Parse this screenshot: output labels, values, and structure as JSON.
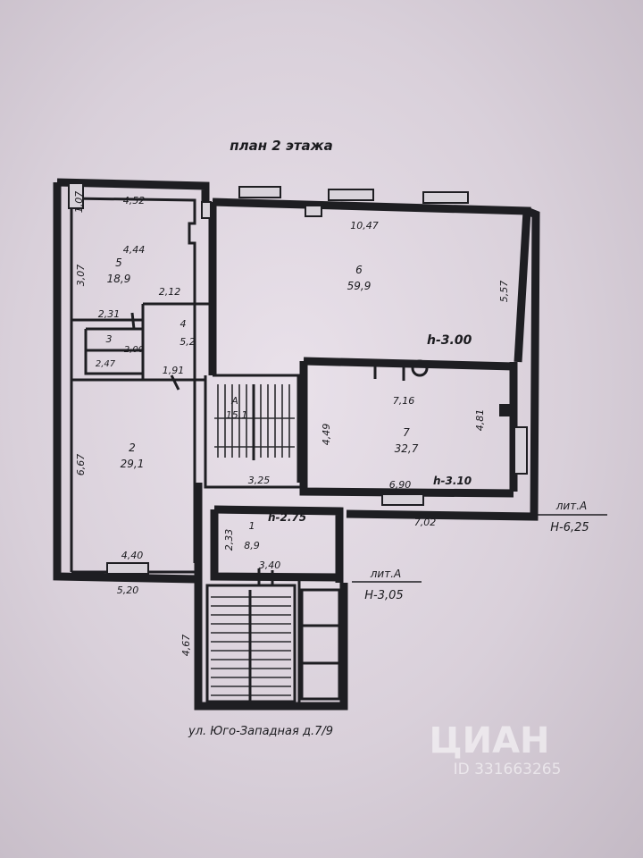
{
  "title": "план 2 этажа",
  "address": "ул. Юго-Западная д.7/9",
  "watermark": {
    "brand": "ЦИАН",
    "id": "ID 331663265"
  },
  "rooms": {
    "r1": {
      "num": "1",
      "area": "8,9"
    },
    "r2": {
      "num": "2",
      "area": "29,1"
    },
    "r3": {
      "num": "3",
      "area": ""
    },
    "r4": {
      "num": "4",
      "area": "5,2"
    },
    "r5": {
      "num": "5",
      "area": "18,9"
    },
    "r6": {
      "num": "6",
      "area": "59,9"
    },
    "r7": {
      "num": "7",
      "area": "32,7"
    },
    "rA": {
      "num": "А",
      "area": "15,1"
    }
  },
  "dimensions": {
    "d452": "4,52",
    "d444": "4,44",
    "d107": "1,07",
    "d307": "3,07",
    "d212": "2,12",
    "d231": "2,31",
    "d247": "2,47",
    "d191": "1,91",
    "d667": "6,67",
    "d440": "4,40",
    "d520": "5,20",
    "d1047": "10,47",
    "d557": "5,57",
    "d716": "7,16",
    "d449": "4,49",
    "d481": "4,81",
    "d690": "6,90",
    "d702": "7,02",
    "d325": "3,25",
    "d233": "2,33",
    "d340": "3,40",
    "d467": "4,67",
    "d200": "2,00"
  },
  "heights": {
    "h300": "h-3.00",
    "h310": "h-3.10",
    "h275": "h-2.75"
  },
  "lit_upper": {
    "label": "лит.А",
    "height": "Н-6,25"
  },
  "lit_lower": {
    "label": "лит.А",
    "height": "Н-3,05"
  }
}
